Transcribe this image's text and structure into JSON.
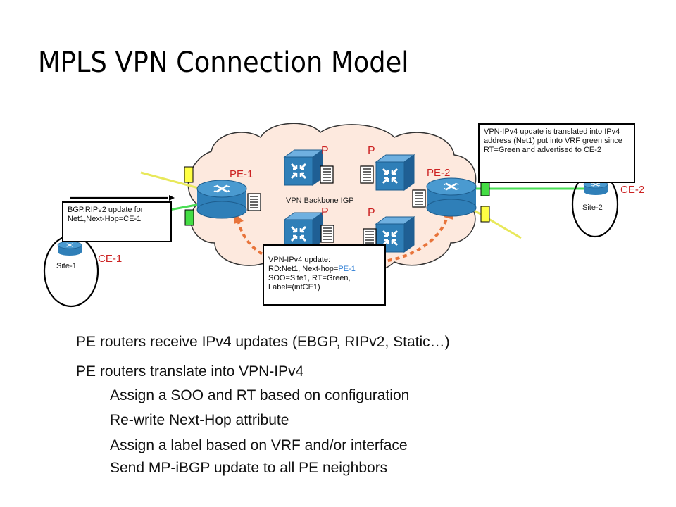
{
  "title": "MPLS VPN Connection Model",
  "diagram": {
    "labels": {
      "p_top_left": "P",
      "p_top_right": "P",
      "p_bottom_left": "P",
      "p_bottom_right": "P",
      "pe1": "PE-1",
      "pe2": "PE-2",
      "backbone": "VPN Backbone IGP",
      "ce1": "CE-1",
      "ce2": "CE-2",
      "site1": "Site-1",
      "site2": "Site-2"
    },
    "callout_left": "BGP,RIPv2 update for Net1,Next-Hop=CE-1",
    "callout_right": "VPN-IPv4 update is translated into IPv4 address (Net1) put into VRF green since RT=Green and advertised to CE-2",
    "callout_center": {
      "line1": "VPN-IPv4 update:",
      "line2_prefix": "RD:Net1, Next-hop=",
      "line2_highlight": "PE-1",
      "line3": "SOO=Site1, RT=Green,",
      "line4": "Label=(intCE1)"
    },
    "colors": {
      "label_red": "#cc2222",
      "cloud_fill": "#fde9de",
      "router_blue": "#2f7fb8",
      "link_green": "#4ade55",
      "link_yellow": "#e8e85a",
      "arrow_orange": "#e8743b",
      "highlight_blue": "#2f7fd6"
    }
  },
  "bullets": [
    "PE routers receive IPv4 updates (EBGP, RIPv2, Static…)",
    "PE routers translate into VPN-IPv4",
    "Assign a SOO and RT based on configuration",
    "Re-write Next-Hop attribute",
    "Assign a label based on VRF and/or interface",
    "Send MP-iBGP update to all PE neighbors"
  ]
}
